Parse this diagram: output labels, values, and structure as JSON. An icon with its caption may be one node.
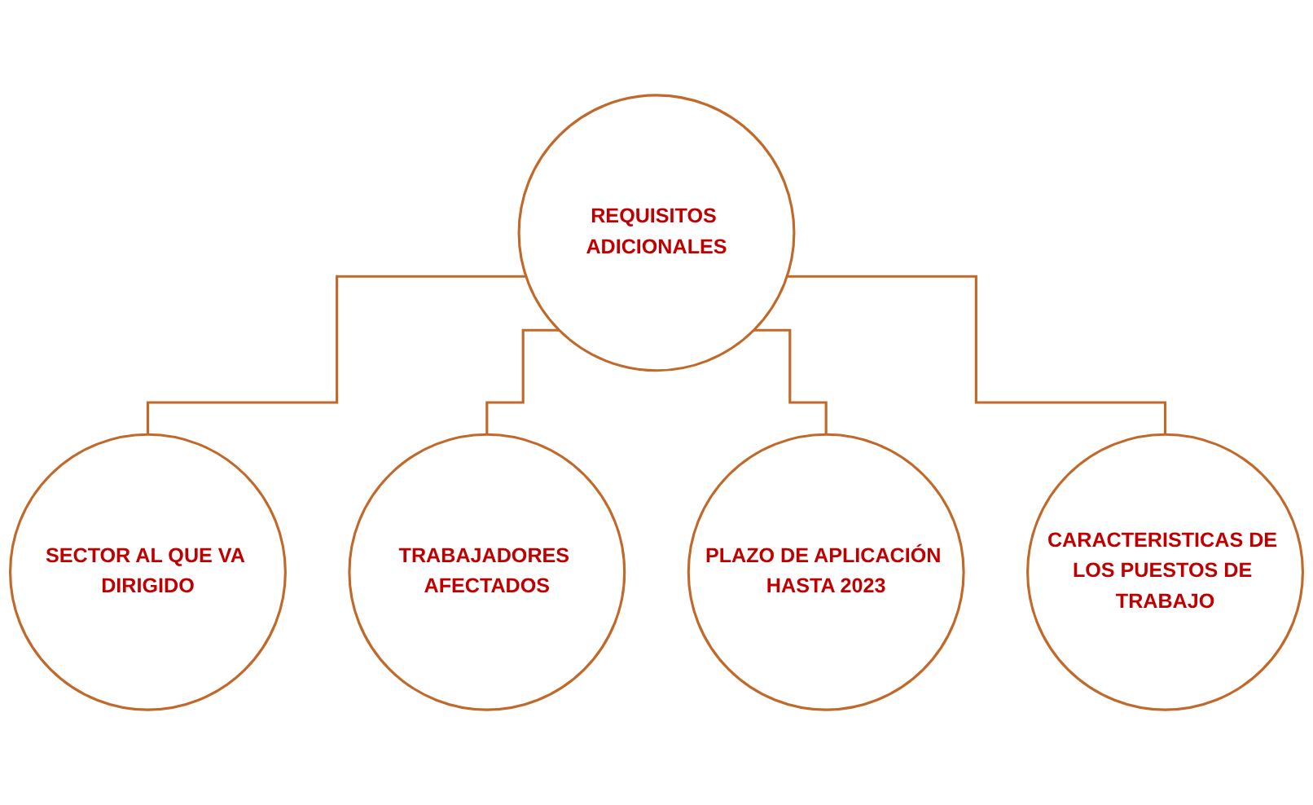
{
  "diagram": {
    "nodes": [
      {
        "text": [
          "REQUISITOS ADICIONALES"
        ]
      },
      {
        "text": [
          "SECTOR AL QUE VA DIRIGIDO"
        ]
      },
      {
        "text": [
          "TRABAJADORES AFECTADOS"
        ]
      },
      {
        "text": [
          "PLAZO DE APLICACIÓN HASTA 2023"
        ]
      },
      {
        "text": [
          "CARACTERISTICAS DE LOS PUESTOS DE TRABAJO"
        ]
      }
    ],
    "edges": [
      {
        "from": 0,
        "to": 1,
        "arrow": "none"
      },
      {
        "from": 0,
        "to": 2,
        "arrow": "none"
      },
      {
        "from": 0,
        "to": 3,
        "arrow": "none"
      },
      {
        "from": 0,
        "to": 4,
        "arrow": "none"
      }
    ]
  }
}
